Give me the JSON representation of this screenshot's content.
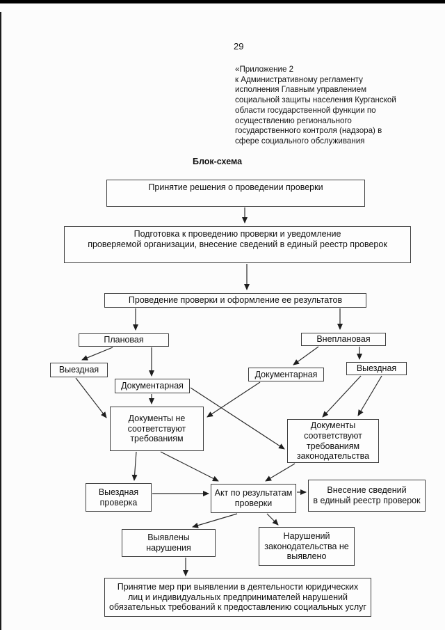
{
  "page": {
    "number": "29",
    "header_lines": "«Приложение 2\nк Административному регламенту\nисполнения Главным управлением\nсоциальной защиты  населения Курганской\nобласти государственной функции по\nосуществлению регионального\nгосударственного контроля (надзора) в\nсфере социального обслуживания",
    "diagram_title": "Блок-схема"
  },
  "flowchart": {
    "type": "flowchart",
    "nodes": {
      "decision": "Принятие решения о проведении проверки",
      "preparation": "Подготовка к проведению проверки и уведомление\nпроверяемой организации, внесение сведений в единый реестр проверок",
      "conduct": "Проведение проверки и оформление ее результатов",
      "planned": "Плановая",
      "unplanned": "Внеплановая",
      "field_left": "Выездная",
      "documentary_left": "Документарная",
      "documentary_right": "Документарная",
      "field_right": "Выездная",
      "docs_noncompliant": "Документы  не\nсоответствуют\nтребованиям",
      "docs_compliant": "Документы\nсоответствуют\nтребованиям\nзаконодательства",
      "field_inspection": "Выездная\nпроверка",
      "act": "Акт по результатам\nпроверки",
      "register_entry": "Внесение сведений\nв единый реестр проверок",
      "violations_found": "Выявлены\nнарушения",
      "no_violations": "Нарушений\nзаконодательства не\nвыявлено",
      "measures": "Принятие мер при выявлении в деятельности юридических\nлиц и индивидуальных предпринимателей нарушений\nобязательных требований к предоставлению социальных услуг"
    },
    "edges": [
      "decision→preparation",
      "preparation→conduct",
      "conduct→planned",
      "conduct→unplanned",
      "planned→field_left",
      "planned→documentary_left",
      "unplanned→documentary_right",
      "unplanned→field_right",
      "field_left→docs_noncompliant",
      "documentary_left→docs_noncompliant",
      "documentary_right→docs_noncompliant",
      "documentary_left→docs_compliant",
      "field_right→docs_compliant",
      "field_right→docs_compliant",
      "docs_noncompliant→field_inspection",
      "docs_noncompliant→act",
      "docs_compliant→act",
      "field_inspection→act",
      "act→register_entry",
      "act→violations_found",
      "act→no_violations",
      "violations_found→measures"
    ]
  }
}
